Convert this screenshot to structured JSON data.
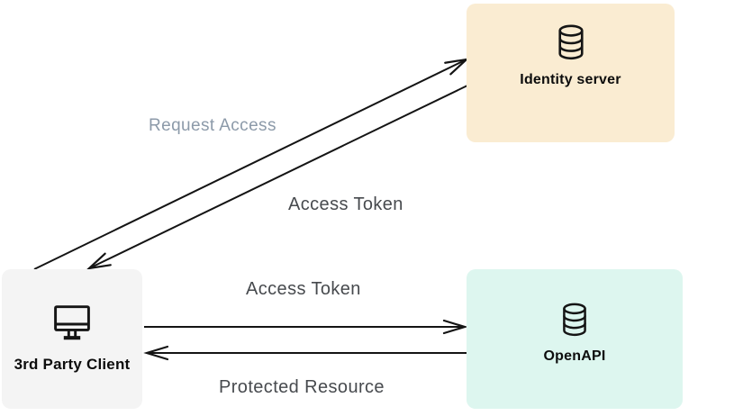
{
  "diagram": {
    "background_color": "#ffffff",
    "arrow_color": "#141414",
    "nodes": {
      "identity_server": {
        "label": "Identity server",
        "icon": "database-icon",
        "bg_color": "#faecd2"
      },
      "openapi": {
        "label": "OpenAPI",
        "icon": "database-icon",
        "bg_color": "#ddf6ef"
      },
      "third_party_client": {
        "label": "3rd Party Client",
        "icon": "monitor-icon",
        "bg_color": "#f4f4f4"
      }
    },
    "edges": [
      {
        "label": "Request Access",
        "from": "3rd Party Client",
        "to": "Identity server",
        "label_color": "#8c9aa9"
      },
      {
        "label": "Access Token",
        "from": "Identity server",
        "to": "3rd Party Client",
        "label_color": "#474a4e"
      },
      {
        "label": "Access Token",
        "from": "3rd Party Client",
        "to": "OpenAPI",
        "label_color": "#474a4e"
      },
      {
        "label": "Protected Resource",
        "from": "OpenAPI",
        "to": "3rd Party Client",
        "label_color": "#474a4e"
      }
    ]
  }
}
